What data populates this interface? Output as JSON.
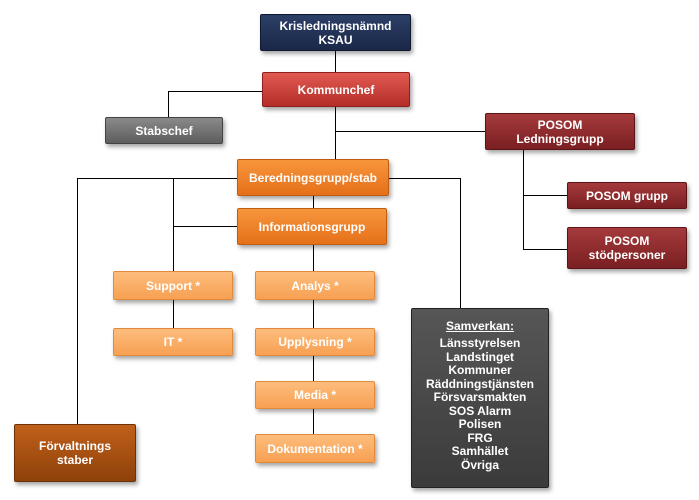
{
  "diagram": {
    "nodes": {
      "krisledning": [
        "Krisledningsnämnd",
        "KSAU"
      ],
      "kommunchef": "Kommunchef",
      "stabschef": "Stabschef",
      "posom_ledning": [
        "POSOM",
        "Ledningsgrupp"
      ],
      "posom_grupp": "POSOM grupp",
      "posom_stod": [
        "POSOM",
        "stödpersoner"
      ],
      "beredning": "Beredningsgrupp/stab",
      "information": "Informationsgrupp",
      "support": "Support *",
      "it": "IT *",
      "analys": "Analys  *",
      "upplysning": "Upplysning  *",
      "media": "Media *",
      "dokumentation": "Dokumentation  *",
      "forvaltning": [
        "Förvaltnings",
        "staber"
      ]
    },
    "samverkan": {
      "title": "Samverkan:",
      "items": [
        "Länsstyrelsen",
        "Landstinget",
        "Kommuner",
        "Räddningstjänsten",
        "Försvarsmakten",
        "SOS Alarm",
        "Polisen",
        "FRG",
        "Samhället",
        "Övriga"
      ]
    },
    "colors": {
      "navy": "#1f2e52",
      "red": "#c7403a",
      "dark_red": "#8e2a2d",
      "gray": "#6e6e6e",
      "orange": "#f08127",
      "light_orange": "#fbad67",
      "brown": "#a3500f",
      "dark_gray": "#474747"
    }
  }
}
